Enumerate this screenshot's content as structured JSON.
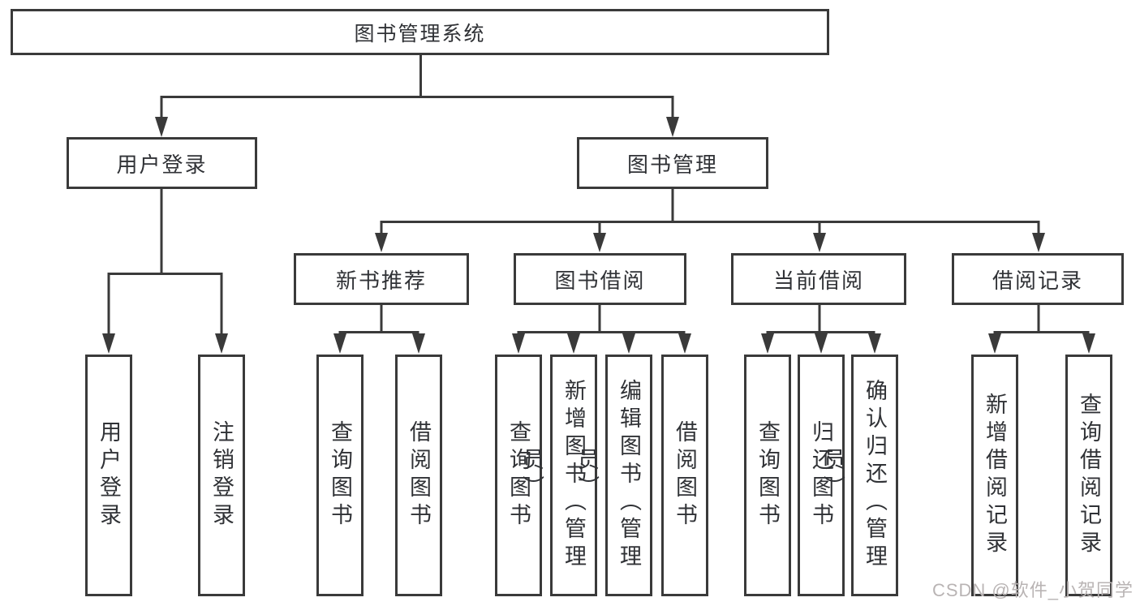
{
  "colors": {
    "line": "#3a3a3a",
    "text": "#303236",
    "bg": "#ffffff",
    "box_bg": "#ffffff",
    "watermark": "#b9b4b4"
  },
  "tree": {
    "root": "图书管理系统",
    "children": [
      {
        "label": "用户登录",
        "children": [
          "用户登录",
          "注销登录"
        ]
      },
      {
        "label": "图书管理",
        "children": [
          {
            "label": "新书推荐",
            "children": [
              "查询图书",
              "借阅图书"
            ]
          },
          {
            "label": "图书借阅",
            "children": [
              "查询图书",
              "新增图书（管理员）",
              "编辑图书（管理员）",
              "借阅图书"
            ]
          },
          {
            "label": "当前借阅",
            "children": [
              "查询图书",
              "归还图书",
              "确认归还（管理员）"
            ]
          },
          {
            "label": "借阅记录",
            "children": [
              "新增借阅记录",
              "查询借阅记录"
            ]
          }
        ]
      }
    ]
  },
  "watermark": "CSDN @软件_小贺同学"
}
